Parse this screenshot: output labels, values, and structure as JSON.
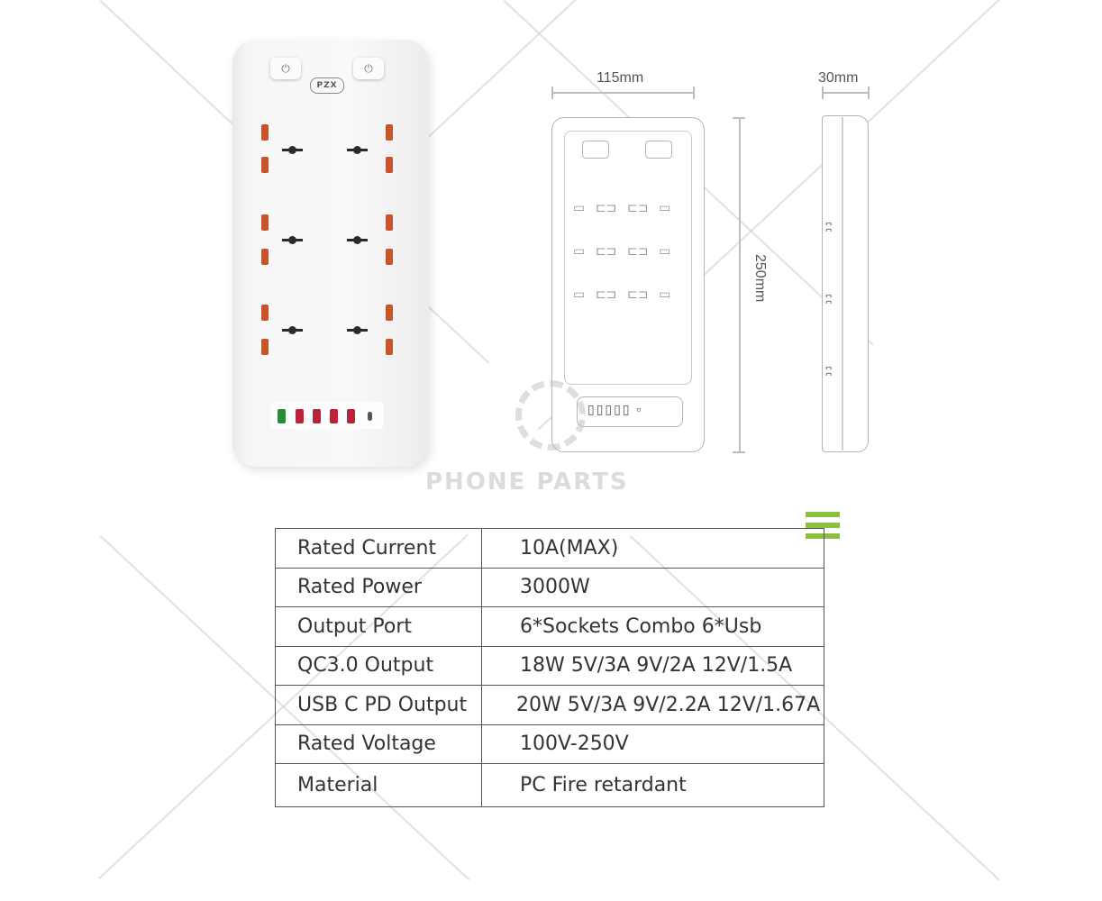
{
  "product": {
    "logo_text": "PZX",
    "usb_ports": [
      "qc",
      "usb",
      "usb",
      "usb",
      "usb",
      "type-c"
    ]
  },
  "dimensions": {
    "width": "115mm",
    "depth": "30mm",
    "height": "250mm"
  },
  "watermark": {
    "text": "PHONE PARTS"
  },
  "specs": {
    "rows": [
      {
        "label": "Rated Current",
        "value": "10A(MAX)"
      },
      {
        "label": "Rated Power",
        "value": "3000W"
      },
      {
        "label": "Output Port",
        "value": "6*Sockets Combo 6*Usb"
      },
      {
        "label": "QC3.0 Output",
        "value": "18W 5V/3A 9V/2A 12V/1.5A"
      },
      {
        "label": "USB C PD Output",
        "value": "20W 5V/3A 9V/2.2A 12V/1.67A"
      },
      {
        "label": "Rated Voltage",
        "value": "100V-250V"
      },
      {
        "label": "Material",
        "value": "PC Fire retardant"
      }
    ]
  },
  "colors": {
    "socket_pin": "#c7542a",
    "usb_red": "#b8243b",
    "usb_qc": "#2a8a3a",
    "accent_green": "#8cbf3f"
  }
}
